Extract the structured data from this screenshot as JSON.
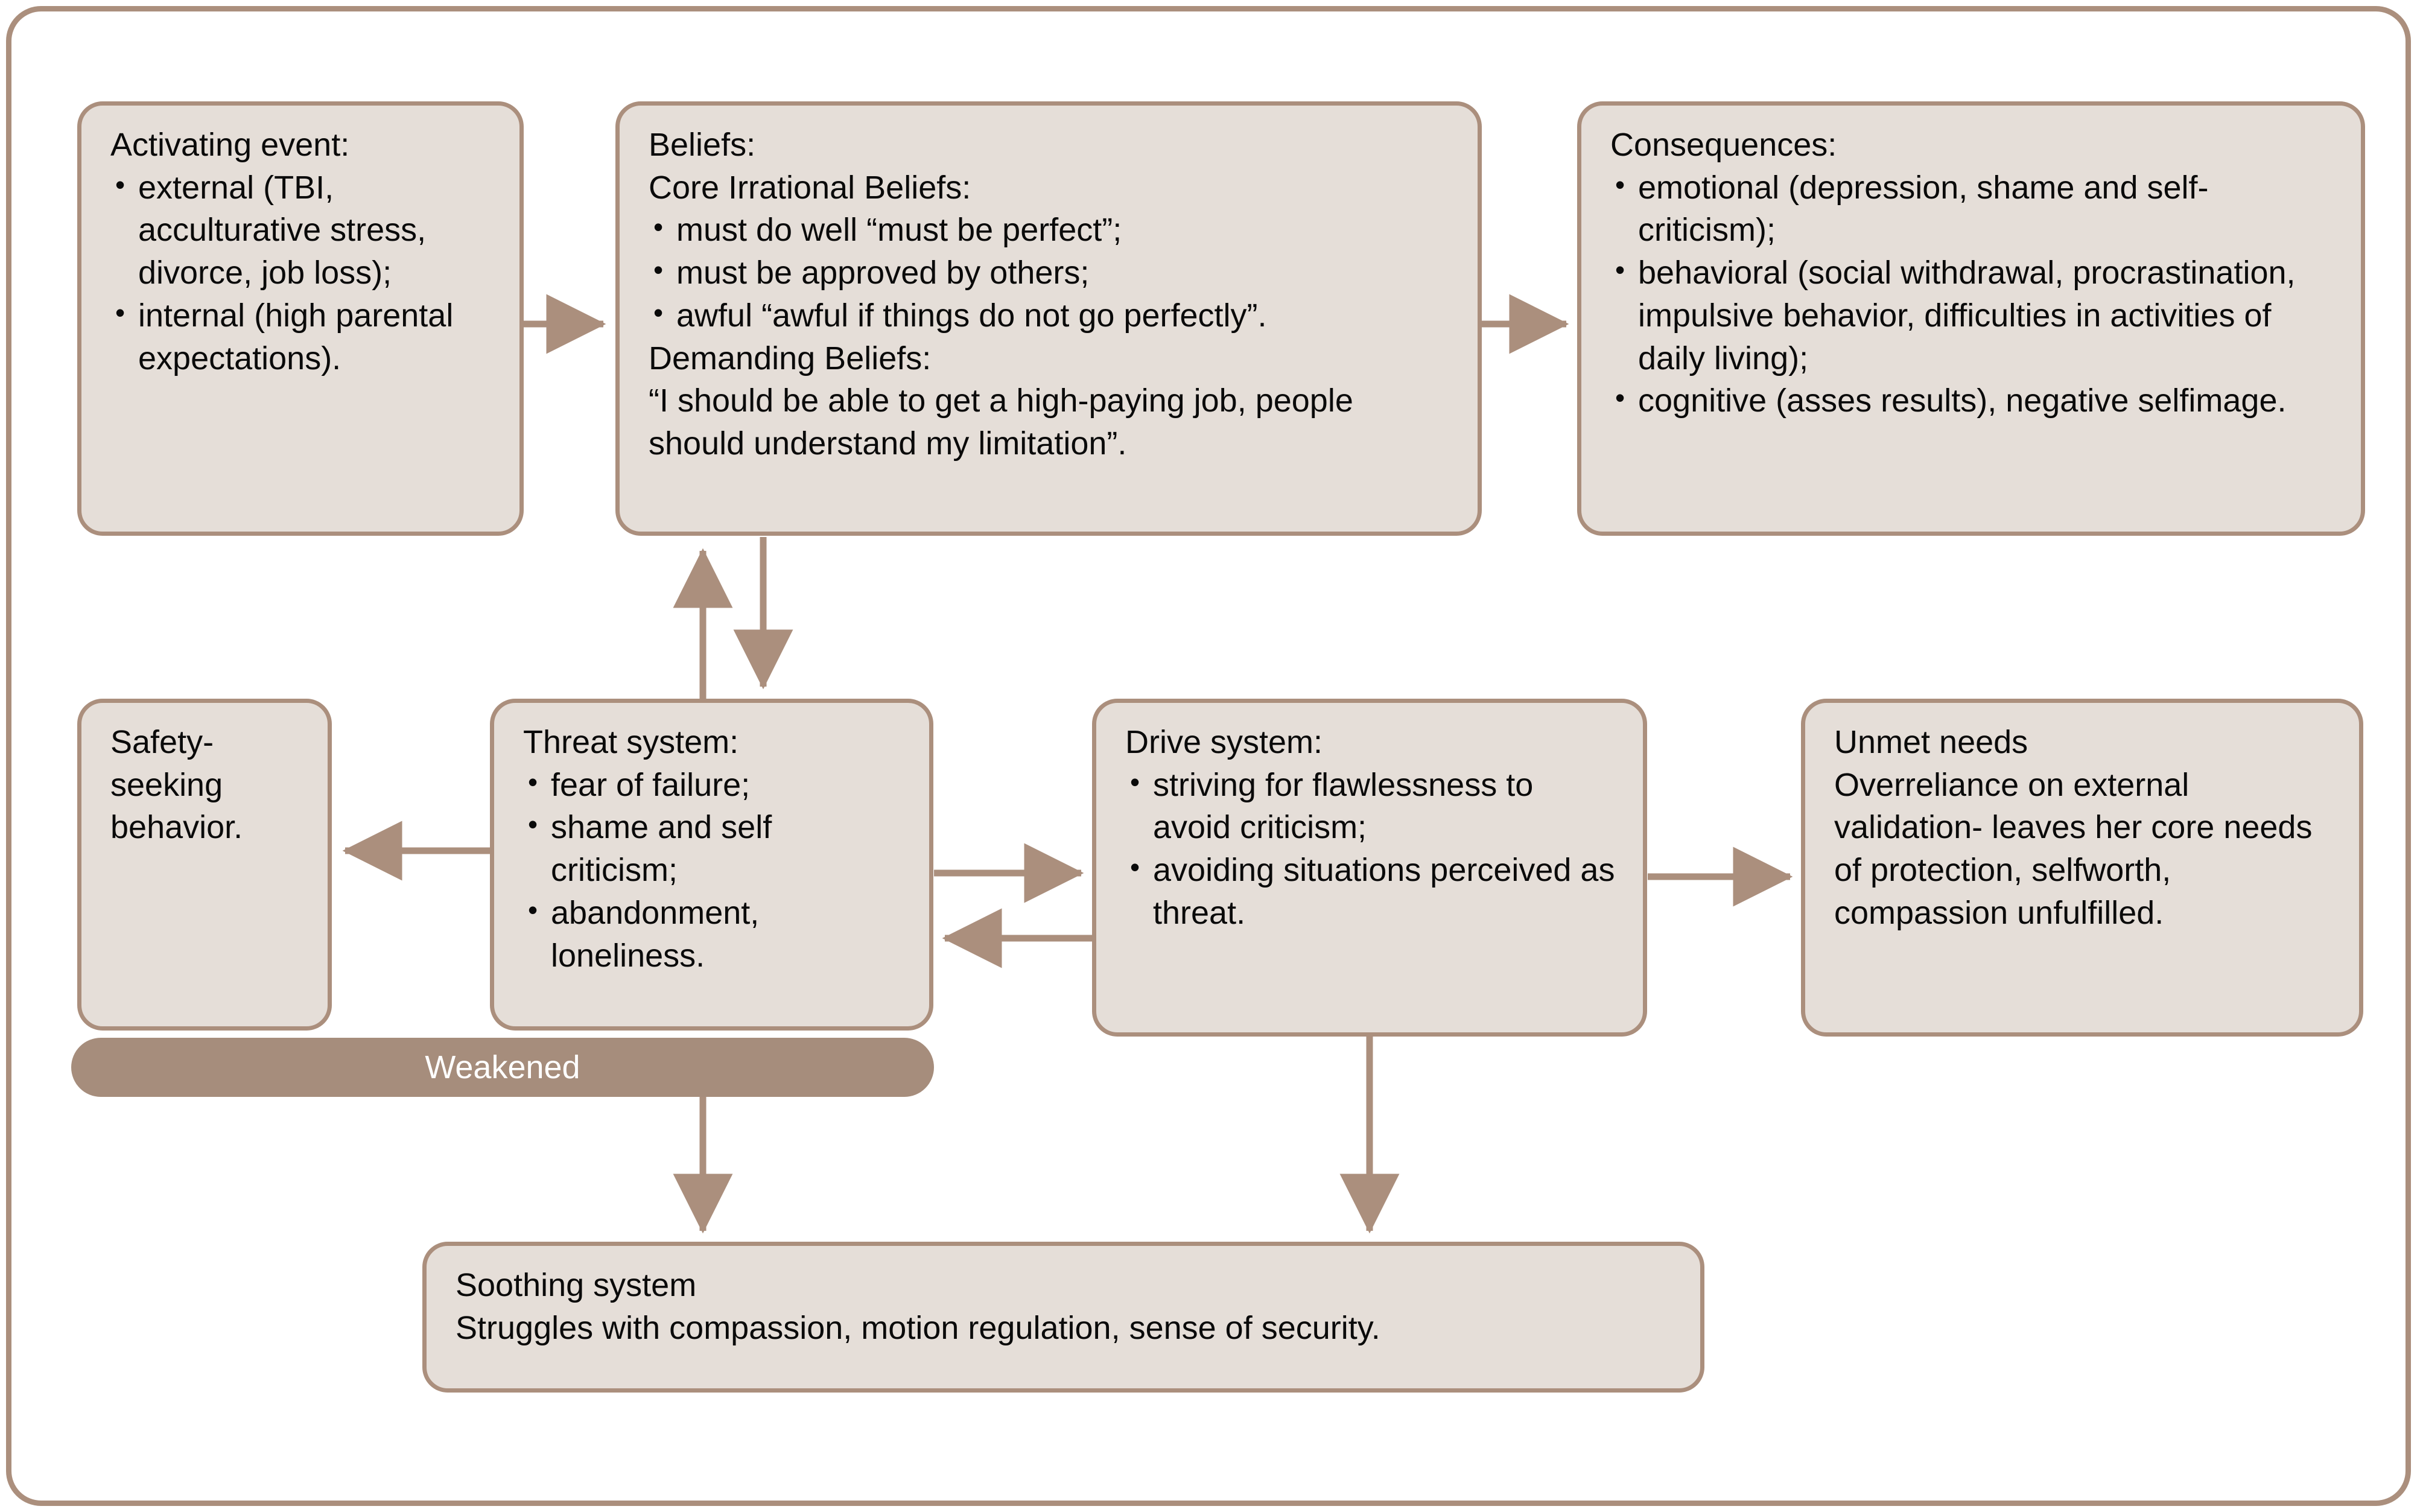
{
  "diagram": {
    "title_present": false,
    "colors": {
      "box_fill": "#e5ded8",
      "box_border": "#ab8f7d",
      "connector": "#ab8f7d",
      "band_fill": "#a68d7c",
      "band_text": "#ffffff",
      "text": "#0a0a0a",
      "page_background": "#ffffff"
    },
    "nodes": {
      "activating": {
        "header": "Activating event:",
        "bullets": [
          "external (TBI, acculturative stress, divorce, job loss);",
          "internal (high parental expectations)."
        ]
      },
      "beliefs": {
        "header": "Beliefs:\nCore Irrational Beliefs:",
        "bullets": [
          "must do well “must be perfect”;",
          "must be approved by others;",
          "awful “awful if things do not go perfectly”."
        ],
        "tail": "Demanding Beliefs:\n“I should be able to get a high-paying job, people should understand my limitation”."
      },
      "consequences": {
        "header": "Consequences:",
        "bullets": [
          "emotional (depression, shame and self-criticism);",
          "behavioral (social withdrawal, procrastination, impulsive behavior, difficulties in activities of daily living);",
          "cognitive (asses results), negative selfimage."
        ]
      },
      "safety": {
        "header": "Safety-seeking behavior."
      },
      "threat": {
        "header": "Threat system:",
        "bullets": [
          "fear of failure;",
          "shame and self criticism;",
          "abandonment, loneliness."
        ]
      },
      "drive": {
        "header": "Drive system:",
        "bullets": [
          "striving for flawlessness to avoid criticism;",
          "avoiding situations perceived as threat."
        ]
      },
      "unmet": {
        "header": "Unmet needs\nOverreliance on external validation- leaves her core needs of protection, selfworth, compassion unfulfilled."
      },
      "soothing": {
        "header": "Soothing system\nStruggles with compassion, motion regulation, sense of security."
      }
    },
    "band": {
      "label": "Weakened"
    },
    "connections": [
      {
        "from": "activating",
        "to": "beliefs",
        "direction": "right"
      },
      {
        "from": "beliefs",
        "to": "consequences",
        "direction": "right"
      },
      {
        "from": "threat",
        "to": "beliefs",
        "direction": "up"
      },
      {
        "from": "beliefs",
        "to": "threat",
        "direction": "down"
      },
      {
        "from": "threat",
        "to": "safety",
        "direction": "left"
      },
      {
        "from": "threat",
        "to": "drive",
        "direction": "right"
      },
      {
        "from": "drive",
        "to": "threat",
        "direction": "left"
      },
      {
        "from": "drive",
        "to": "unmet",
        "direction": "right"
      },
      {
        "from": "threat",
        "to": "soothing",
        "direction": "down"
      },
      {
        "from": "drive",
        "to": "soothing",
        "direction": "down"
      }
    ]
  }
}
